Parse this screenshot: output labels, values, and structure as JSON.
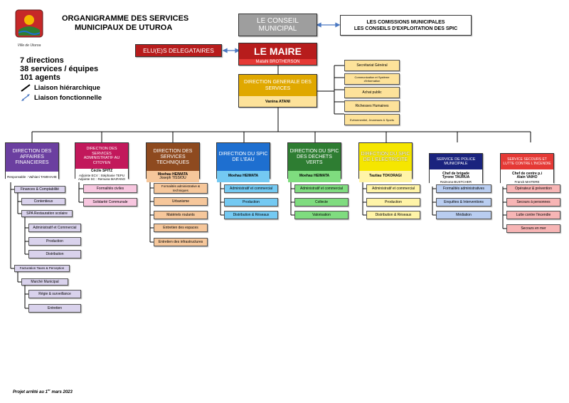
{
  "header": {
    "title_line1": "ORGANIGRAMME DES SERVICES",
    "title_line2": "MUNICIPAUX DE UTUROA",
    "logo_caption": "Ville de Uturoa"
  },
  "stats": {
    "line1": "7 directions",
    "line2": "38 services / équipes",
    "line3": "101 agents"
  },
  "legend": {
    "hier": "Liaison hiérarchique",
    "func": "Liaison fonctionnelle"
  },
  "conseil": "LE CONSEIL MUNICIPAL",
  "commissions": {
    "line1": "LES COMISSIONS MUNICIPALES",
    "line2": "LES CONSEILS D'EXPLOITATION DES SPIC"
  },
  "maire": {
    "title": "LE MAIRE",
    "name": "Matahi BROTHERSON"
  },
  "delegataires": "ELU(E)S DELEGATAIRES",
  "dgs": {
    "title": "DIRECTION GENERALE DES SERVICES",
    "name": "Vanina ATANI"
  },
  "dgs_services": [
    "Secrétariat Général",
    "Communication et Système d'information",
    "Achat public",
    "Richesses Humaines",
    "Evénementiel, Jeunesses & Sports"
  ],
  "directions": [
    {
      "title": "DIRECTION DES AFFAIRES FINANCIERES",
      "sub": [
        "Responsable : Vaihiani TAMIHAHE"
      ],
      "color": "#6b3fa0",
      "sub_bg": "#ffffff",
      "svc_bg": "#d9d2ec",
      "services": [
        "Finances & Comptabilité",
        "Contentieux",
        "SPA Restauration scolaire",
        "Administratif et Commercial",
        "Production",
        "Distribution",
        "Facturation Taxes & Perception",
        "Marché Municipal",
        "Régie & surveillance",
        "Entretien"
      ]
    },
    {
      "title": "DIRECTION DES SERVICES ADMINISTRATIF AU CITOYEN",
      "sub": [
        "Cécile SPITZ",
        "Adjointe ECV : Stéphanie TEPU",
        "Adjointe SC : Remuna MAIFANO"
      ],
      "color": "#c2185b",
      "sub_bg": "#ffffff",
      "svc_bg": "#f7c6df",
      "services": [
        "Formalités civiles",
        "Solidarité Communale"
      ]
    },
    {
      "title": "DIRECTION DES SERVICES TECHNIQUES",
      "sub": [
        "Moehau HEIMATA",
        "Joseph TISSIOU"
      ],
      "color": "#8e4a1f",
      "sub_bg": "#f6c79b",
      "svc_bg": "#f6c79b",
      "services": [
        "Formalités administrative & techniques",
        "Urbanisme",
        "Matériels roulants",
        "Entretien des espaces",
        "Entretien des infrastructures"
      ]
    },
    {
      "title": "DIRECTION DU SPIC DE L'EAU",
      "sub": [
        "Moehau HEIMATA"
      ],
      "color": "#1e6fd0",
      "sub_bg": "#74c9f2",
      "svc_bg": "#74c9f2",
      "services": [
        "Administratif et commercial",
        "Production",
        "Distribution & Réseaux"
      ]
    },
    {
      "title": "DIRECTION DU SPIC DES DECHETS VERTS",
      "sub": [
        "Moehau HEIMATA"
      ],
      "color": "#2e7d32",
      "sub_bg": "#7fdc7f",
      "svc_bg": "#7fdc7f",
      "services": [
        "Administratif et commercial",
        "Collecte",
        "Valorisation"
      ]
    },
    {
      "title": "DIRECTION DU SPIC DE L'ELECTRICITE",
      "sub": [
        "Tautiau TOKORAGI"
      ],
      "color": "#f5e600",
      "sub_bg": "#fff4a8",
      "svc_bg": "#fff4a8",
      "services": [
        "Administratif et commercial",
        "Production",
        "Distribution & Réseaux"
      ]
    },
    {
      "title": "SERVICE DE POLICE MUNICIPALE",
      "sub": [
        "Chef de brigade",
        "Tyrone TAURUA",
        "Raimona BUSTCHER"
      ],
      "color": "#1a237e",
      "sub_bg": "#ffffff",
      "svc_bg": "#b9cdf0",
      "services": [
        "Formalités administratives",
        "Enquêtes & Interventions",
        "Médiation"
      ]
    },
    {
      "title": "SERVICE SECOURS ET LUTTE CONTRE L'INCENDIE",
      "sub": [
        "Chef de centre p.i",
        "Alain VAIHO",
        "Franck MAITERE"
      ],
      "color": "#e53935",
      "sub_bg": "#ffffff",
      "svc_bg": "#f7b5b5",
      "services": [
        "Opérateur & prévention",
        "Secours à personnes",
        "Lutte contre l'incendie",
        "Secours en mer"
      ]
    }
  ],
  "footer": {
    "prefix": "Projet arrêté au 1",
    "sup": "er",
    "suffix": " mars 2023"
  },
  "colors": {
    "conseil": "#9e9e9e",
    "maire": "#b71c1c",
    "dgs": "#e0a800",
    "dgs_name_bg": "#fde29a",
    "func_arrow": "#4a78c2"
  }
}
